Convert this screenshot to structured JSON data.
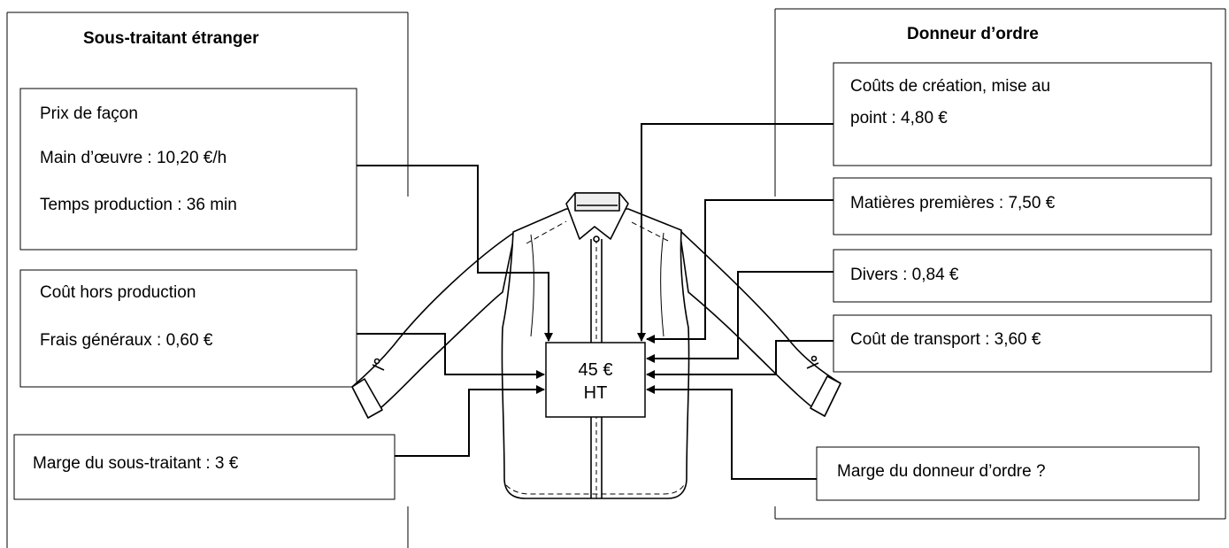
{
  "left_panel": {
    "title": "Sous-traitant étranger",
    "prix_facon": {
      "heading": "Prix de façon",
      "main_oeuvre": "Main d’œuvre : 10,20 €/h",
      "temps": "Temps production : 36 min"
    },
    "cout_hors_production": {
      "heading": "Coût hors production",
      "frais": "Frais généraux : 0,60 €"
    },
    "marge": "Marge du sous-traitant : 3 €"
  },
  "right_panel": {
    "title": "Donneur d’ordre",
    "creation_line1": "Coûts de création, mise au",
    "creation_line2": "point : 4,80 €",
    "matieres": "Matières premières : 7,50 €",
    "divers": "Divers : 0,84 €",
    "transport": "Coût de transport : 3,60 €",
    "marge": "Marge du donneur d’ordre ?"
  },
  "center": {
    "price_line1": "45 €",
    "price_line2": "HT"
  },
  "icons": {
    "garment": "shirt-icon"
  }
}
